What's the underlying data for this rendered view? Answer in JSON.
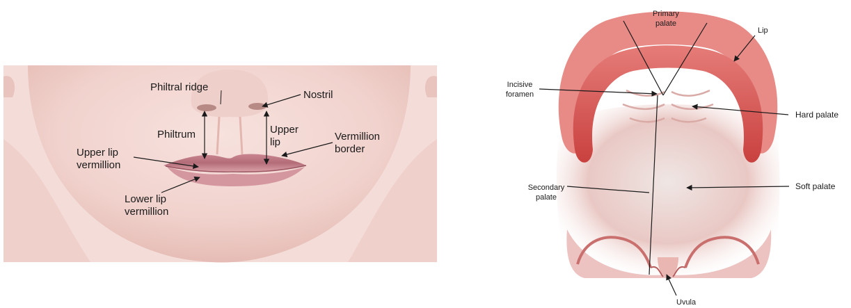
{
  "face_panel": {
    "labels": {
      "philtral_ridge": "Philtral ridge",
      "nostril": "Nostril",
      "philtrum": "Philtrum",
      "upper_lip_1": "Upper",
      "upper_lip_2": "lip",
      "vermillion_border_1": "Vermillion",
      "vermillion_border_2": "border",
      "upper_lip_vermillion_1": "Upper lip",
      "upper_lip_vermillion_2": "vermillion",
      "lower_lip_vermillion_1": "Lower lip",
      "lower_lip_vermillion_2": "vermillion"
    }
  },
  "palate_panel": {
    "labels": {
      "primary_palate_1": "Primary",
      "primary_palate_2": "palate",
      "lip": "Lip",
      "incisive_foramen_1": "Incisive",
      "incisive_foramen_2": "foramen",
      "hard_palate": "Hard palate",
      "secondary_palate_1": "Secondary",
      "secondary_palate_2": "palate",
      "soft_palate": "Soft palate",
      "uvula": "Uvula"
    }
  },
  "colors": {
    "skin": "#f3d6d2",
    "skin_shadow": "#e8bdb6",
    "lip": "#d2929c",
    "palate_red": "#d8524f",
    "palate_light": "#f2c9c4",
    "line": "#1a1a1a"
  }
}
